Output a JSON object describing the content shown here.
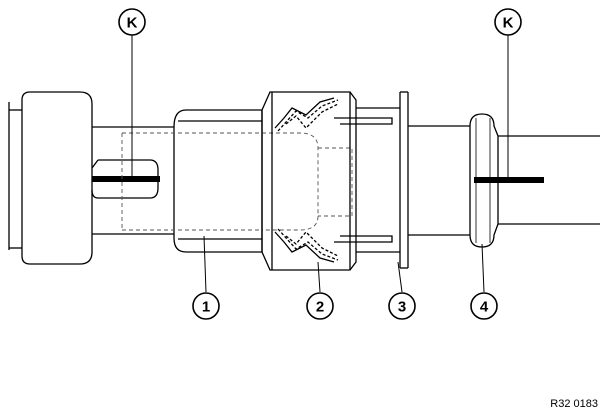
{
  "callouts": {
    "k_left": "K",
    "k_right": "K",
    "c1": "1",
    "c2": "2",
    "c3": "3",
    "c4": "4"
  },
  "reference": "R32 0183",
  "colors": {
    "line": "#000000",
    "background": "#ffffff",
    "hidden_line": "#555555"
  }
}
